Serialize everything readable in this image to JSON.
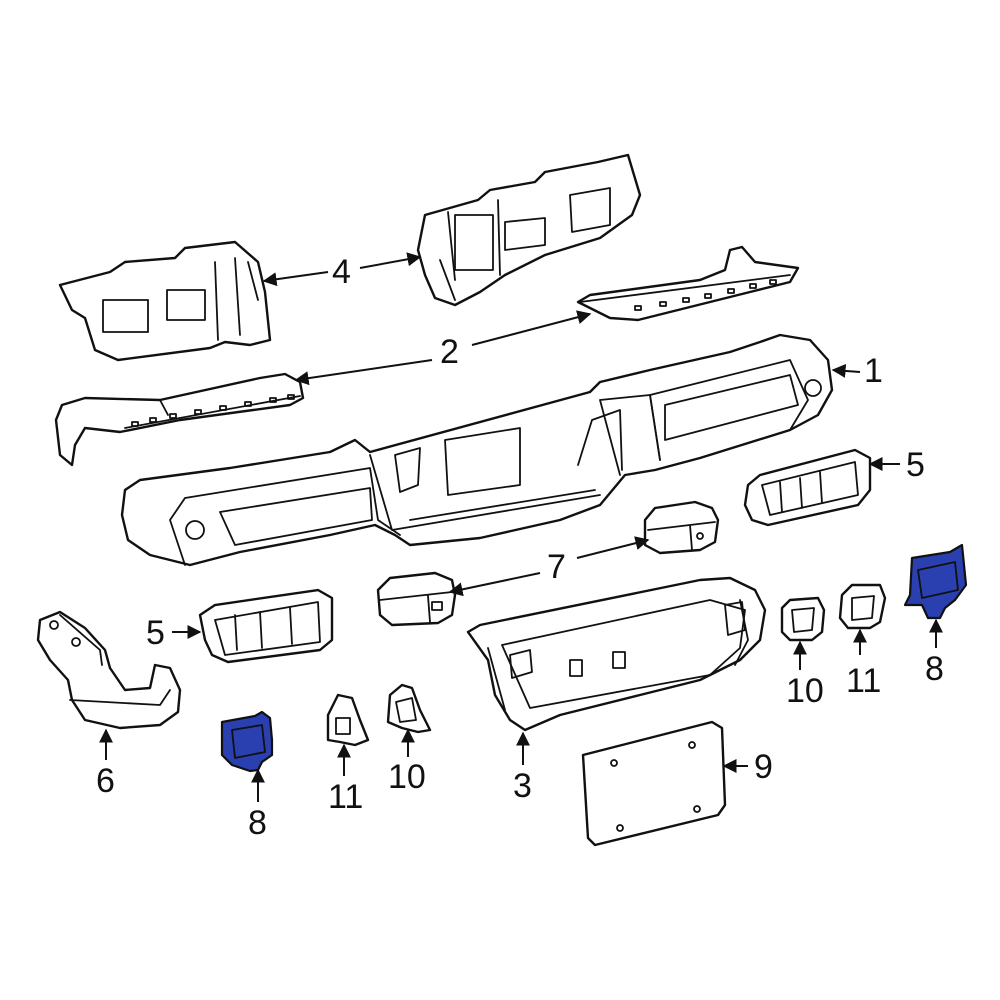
{
  "highlight_color": "#2a3fb0",
  "callouts": [
    {
      "id": "c1",
      "label": "1"
    },
    {
      "id": "c2",
      "label": "2"
    },
    {
      "id": "c3",
      "label": "3"
    },
    {
      "id": "c4",
      "label": "4"
    },
    {
      "id": "c5a",
      "label": "5"
    },
    {
      "id": "c5b",
      "label": "5"
    },
    {
      "id": "c6",
      "label": "6"
    },
    {
      "id": "c7",
      "label": "7"
    },
    {
      "id": "c8a",
      "label": "8"
    },
    {
      "id": "c8b",
      "label": "8"
    },
    {
      "id": "c9",
      "label": "9"
    },
    {
      "id": "c10a",
      "label": "10"
    },
    {
      "id": "c10b",
      "label": "10"
    },
    {
      "id": "c11a",
      "label": "11"
    },
    {
      "id": "c11b",
      "label": "11"
    }
  ]
}
